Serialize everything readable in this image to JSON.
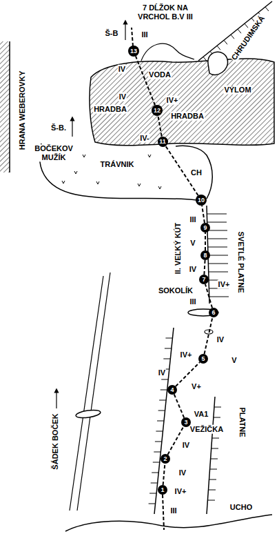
{
  "diagram": {
    "nodes": [
      {
        "text": [
          "1"
        ]
      },
      {
        "text": [
          "2"
        ]
      },
      {
        "text": [
          "3"
        ]
      },
      {
        "text": [
          "4"
        ]
      },
      {
        "text": [
          "5"
        ]
      },
      {
        "text": [
          "6"
        ]
      },
      {
        "text": [
          "7"
        ]
      },
      {
        "text": [
          "8"
        ]
      },
      {
        "text": [
          "9"
        ]
      },
      {
        "text": [
          "10"
        ]
      },
      {
        "text": [
          "11"
        ]
      },
      {
        "text": [
          "12"
        ]
      },
      {
        "text": [
          "13"
        ]
      }
    ],
    "edges": [
      {
        "from": 0,
        "to": 1,
        "arrow": "none"
      },
      {
        "from": 1,
        "to": 2,
        "arrow": "none"
      },
      {
        "from": 2,
        "to": 3,
        "arrow": "none"
      },
      {
        "from": 3,
        "to": 4,
        "arrow": "none"
      },
      {
        "from": 4,
        "to": 5,
        "arrow": "none"
      },
      {
        "from": 5,
        "to": 6,
        "arrow": "none"
      },
      {
        "from": 6,
        "to": 7,
        "arrow": "none"
      },
      {
        "from": 7,
        "to": 8,
        "arrow": "none"
      },
      {
        "from": 8,
        "to": 9,
        "arrow": "none"
      },
      {
        "from": 9,
        "to": 10,
        "arrow": "none"
      },
      {
        "from": 10,
        "to": 11,
        "arrow": "none"
      },
      {
        "from": 11,
        "to": 12,
        "arrow": "none"
      }
    ],
    "labels": [
      "7 DĹŽOK NA VRCHOL B.V III",
      "CHRUDIMSKÁ",
      "Š-B",
      "III",
      "IV",
      "VODA",
      "IV",
      "HRADBA",
      "IV+",
      "HRADBA",
      "VÝLOM",
      "HRANA WEBEROVKY",
      "Š-B.",
      "IV-",
      "BOČEKOV MUŽÍK",
      "TRÁVNIK",
      "CH",
      "III",
      "V",
      "II. VEĽKÝ KÚT",
      "IV",
      "SVETLÉ PLATNE",
      "SOKOLÍK",
      "IV+",
      "III",
      "IV",
      "IV+",
      "V",
      "IV",
      "V+",
      "VA1",
      "VEŽIČKA",
      "IV",
      "IV",
      "IV+",
      "III",
      "PLATNE",
      "ŠÁDEK BOČEK",
      "UCHO"
    ]
  }
}
